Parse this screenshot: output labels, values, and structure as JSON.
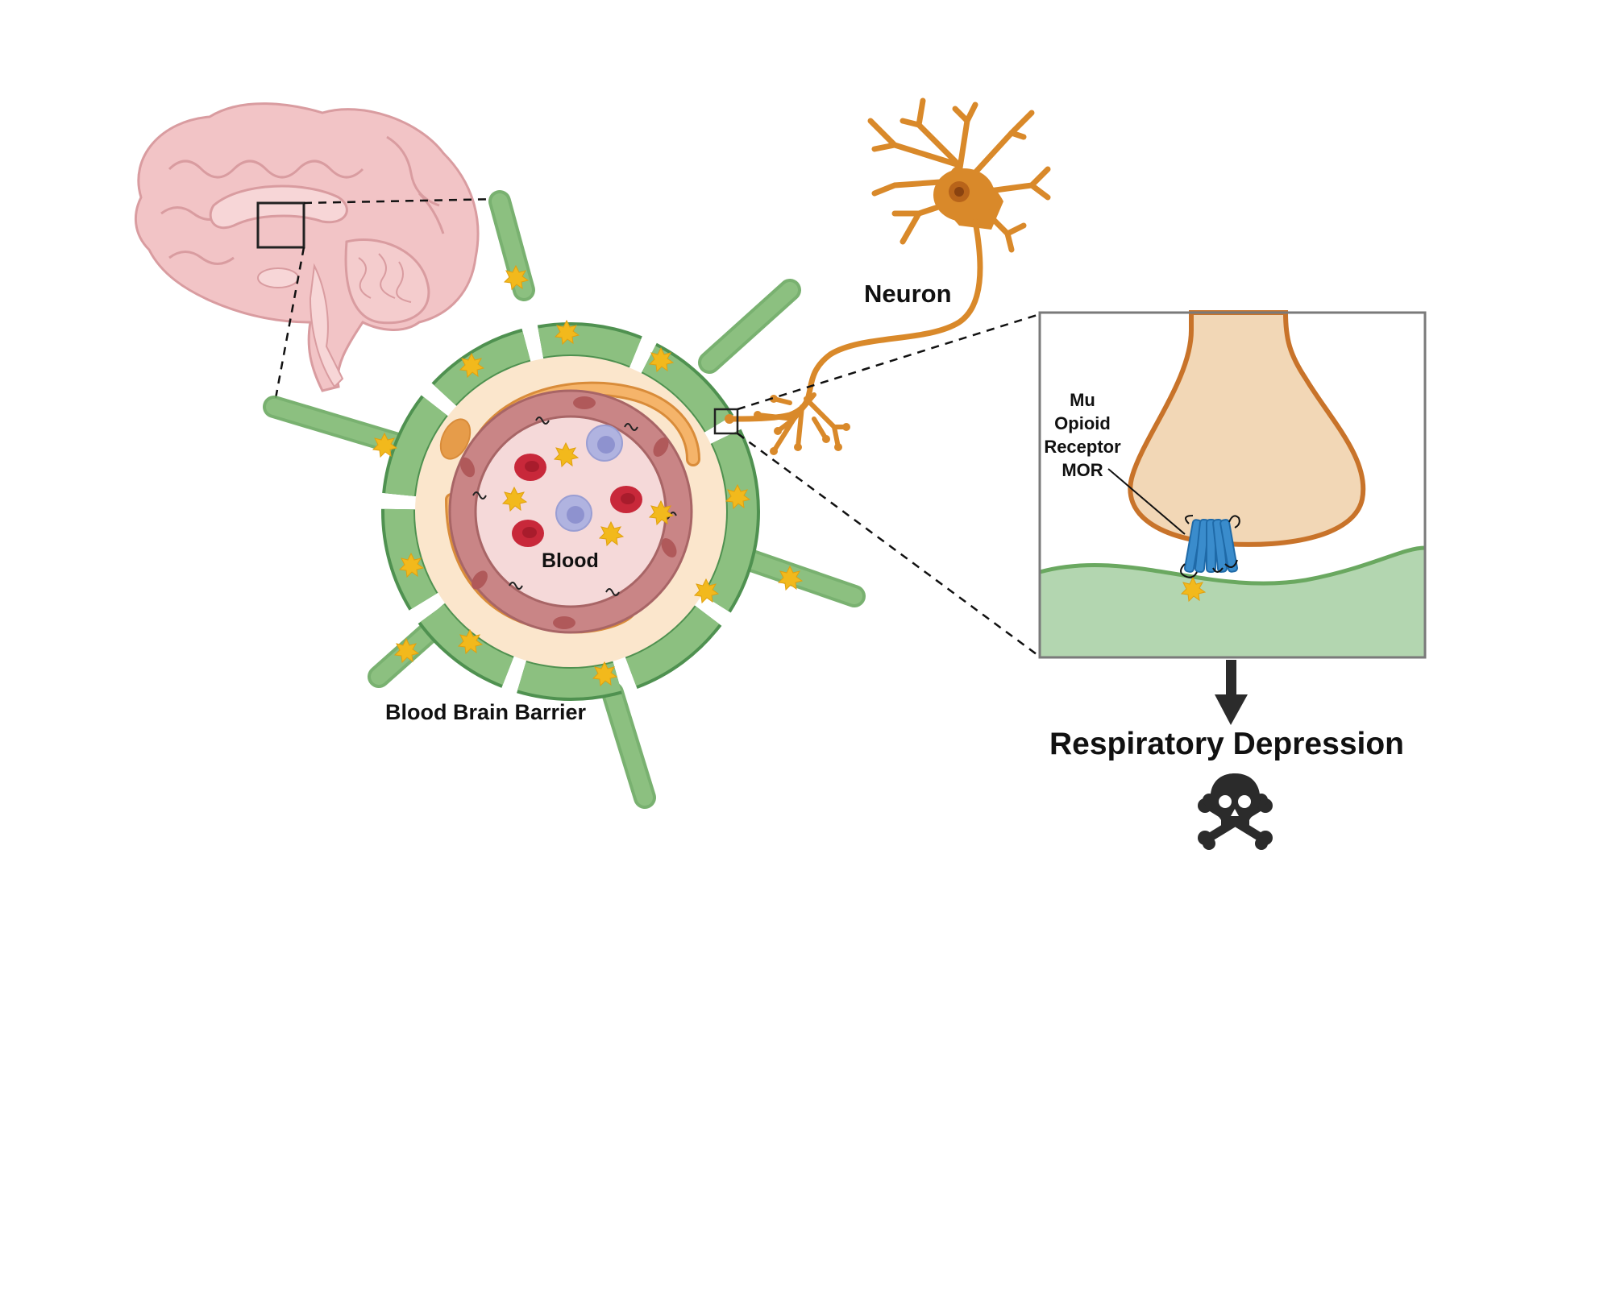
{
  "labels": {
    "neuron": "Neuron",
    "blood": "Blood",
    "blood_brain_barrier": "Blood Brain Barrier",
    "receptor_line1": "Mu",
    "receptor_line2": "Opioid",
    "receptor_line3": "Receptor",
    "receptor_line4": "MOR",
    "outcome": "Respiratory Depression"
  },
  "icons": {
    "brain": "brain-sagittal-icon",
    "neuron": "neuron-icon",
    "opioid_molecule": "star-burst-icon",
    "receptor": "gpcr-receptor-icon",
    "outcome": "skull-crossbones-icon",
    "arrow": "arrow-down-icon"
  },
  "colors": {
    "brain": "#f2c4c6",
    "brain_outline": "#d99ca0",
    "astrocyte": "#8cc080",
    "astrocyte_outline": "#4f9150",
    "perivascular": "#fbe6cc",
    "pericyte": "#f5b46a",
    "endothelium": "#c98586",
    "lumen": "#f5d9d9",
    "red_blood_cell": "#c8283a",
    "white_blood_cell": "#b0b3e0",
    "opioid": "#f2b91c",
    "neuron": "#d9892a",
    "terminal": "#f2d7b6",
    "postsynaptic": "#b3d6b0",
    "receptor": "#3a8ccc",
    "skull": "#2b2b2b"
  }
}
